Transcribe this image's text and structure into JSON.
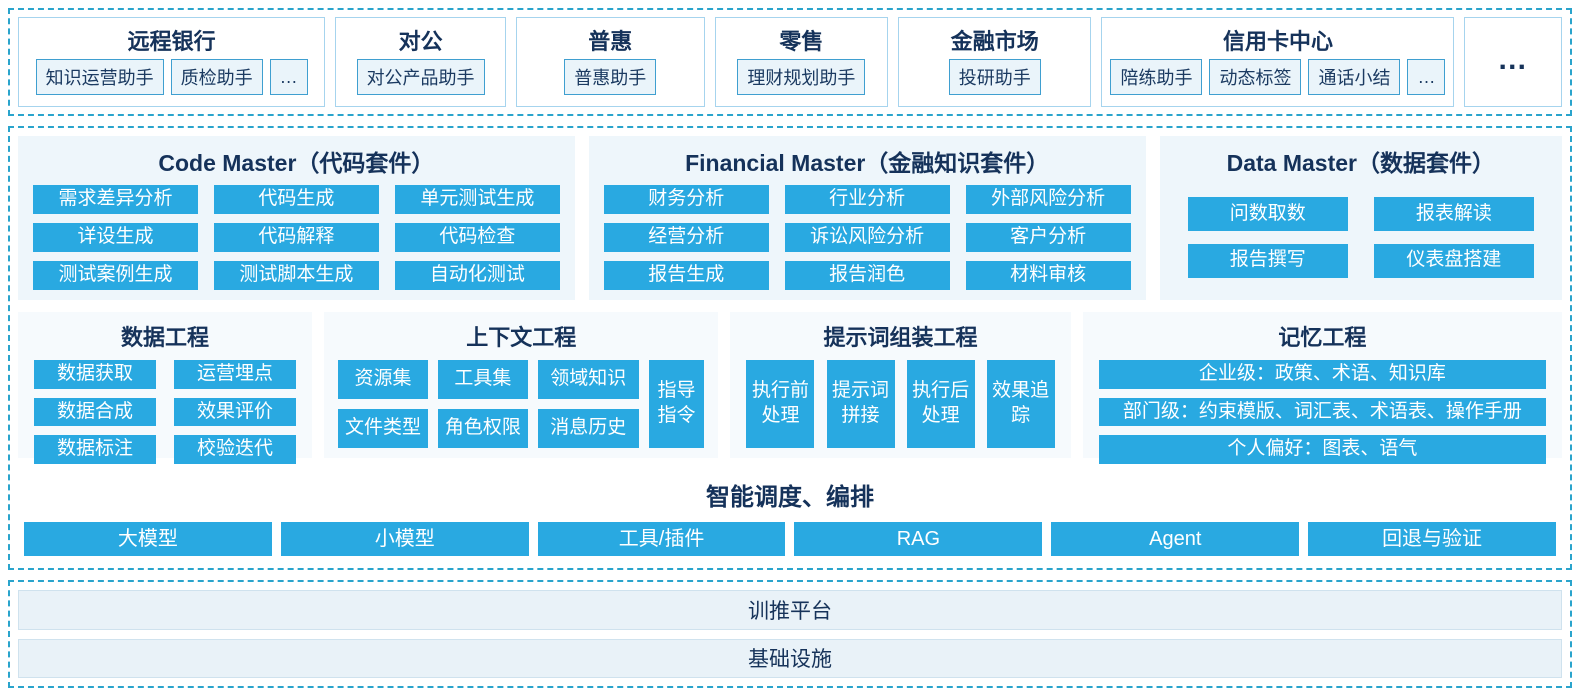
{
  "business": {
    "units": [
      {
        "title": "远程银行",
        "assistants": [
          "知识运营助手",
          "质检助手",
          "…"
        ]
      },
      {
        "title": "对公",
        "assistants": [
          "对公产品助手"
        ]
      },
      {
        "title": "普惠",
        "assistants": [
          "普惠助手"
        ]
      },
      {
        "title": "零售",
        "assistants": [
          "理财规划助手"
        ]
      },
      {
        "title": "金融市场",
        "assistants": [
          "投研助手"
        ]
      },
      {
        "title": "信用卡中心",
        "assistants": [
          "陪练助手",
          "动态标签",
          "通话小结",
          "…"
        ]
      }
    ],
    "more_label": "…"
  },
  "suites": [
    {
      "title": "Code Master（代码套件）",
      "items": [
        "需求差异分析",
        "代码生成",
        "单元测试生成",
        "详设生成",
        "代码解释",
        "代码检查",
        "测试案例生成",
        "测试脚本生成",
        "自动化测试"
      ]
    },
    {
      "title": "Financial Master（金融知识套件）",
      "items": [
        "财务分析",
        "行业分析",
        "外部风险分析",
        "经营分析",
        "诉讼风险分析",
        "客户分析",
        "报告生成",
        "报告润色",
        "材料审核"
      ]
    },
    {
      "title": "Data Master（数据套件）",
      "items": [
        "问数取数",
        "报表解读",
        "报告撰写",
        "仪表盘搭建"
      ]
    }
  ],
  "engineering": {
    "data": {
      "title": "数据工程",
      "items": [
        "数据获取",
        "运营埋点",
        "数据合成",
        "效果评价",
        "数据标注",
        "校验迭代"
      ]
    },
    "context": {
      "title": "上下文工程",
      "items": [
        "资源集",
        "工具集",
        "领域知识",
        "文件类型",
        "角色权限",
        "消息历史"
      ],
      "tall": "指导指令"
    },
    "prompt": {
      "title": "提示词组装工程",
      "items": [
        "执行前处理",
        "提示词拼接",
        "执行后处理",
        "效果追踪"
      ]
    },
    "memory": {
      "title": "记忆工程",
      "items": [
        "企业级：政策、术语、知识库",
        "部门级：约束模版、词汇表、术语表、操作手册",
        "个人偏好：图表、语气"
      ]
    }
  },
  "orchestration": {
    "title": "智能调度、编排",
    "items": [
      "大模型",
      "小模型",
      "工具/插件",
      "RAG",
      "Agent",
      "回退与验证"
    ]
  },
  "foundation": {
    "bars": [
      "训推平台",
      "基础设施"
    ]
  },
  "colors": {
    "accent_blue": "#29a9e1",
    "dark_navy": "#16335a",
    "dashed_border": "#2aa4cc",
    "panel_bg": "#eef6fb",
    "chip_bg": "#eaf4fa",
    "bar_bg": "#e9f2f8"
  }
}
